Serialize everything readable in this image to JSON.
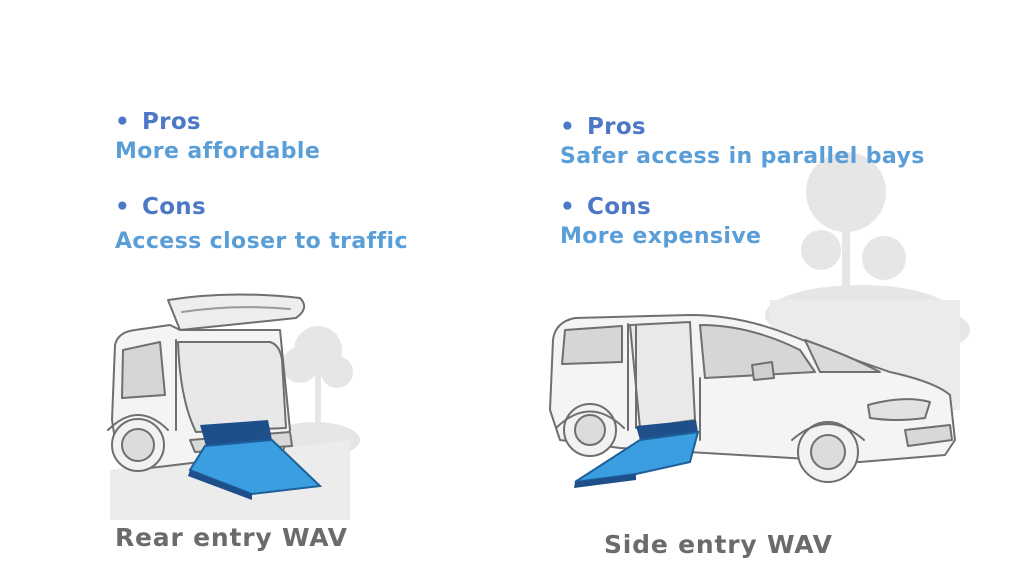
{
  "left": {
    "pros_heading": "Pros",
    "pros_text": "More affordable",
    "cons_heading": "Cons",
    "cons_text": "Access closer to traffic",
    "caption": "Rear entry WAV"
  },
  "right": {
    "pros_heading": "Pros",
    "pros_text": "Safer access in parallel bays",
    "cons_heading": "Cons",
    "cons_text": "More expensive",
    "caption": "Side entry WAV"
  },
  "bullet_glyph": "•",
  "colors": {
    "heading": "#4d78c6",
    "detail": "#5a9ed8",
    "caption": "#6b6b6b",
    "ramp": "#3a9ee0",
    "ramp_dark": "#1e4f8a",
    "background_shapes": "#e4e4e4"
  }
}
